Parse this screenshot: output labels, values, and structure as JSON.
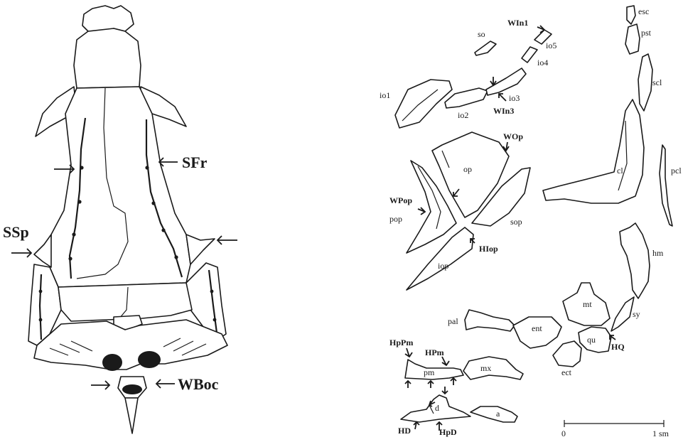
{
  "skull_labels": {
    "sfr": "SFr",
    "ssp": "SSp",
    "wboc": "WBoc"
  },
  "bone_labels": {
    "esc": "esc",
    "win1": "WIn1",
    "pst": "pst",
    "so": "so",
    "io5": "io5",
    "io4": "io4",
    "scl": "scl",
    "io1": "io1",
    "io3": "io3",
    "io2": "io2",
    "win3": "WIn3",
    "wop": "WOp",
    "op": "op",
    "cl": "cl",
    "pcl": "pcl",
    "wpop": "WPop",
    "pop": "pop",
    "sop": "sop",
    "hm": "hm",
    "hiop": "HIop",
    "iop": "iop",
    "mt": "mt",
    "sy": "sy",
    "pal": "pal",
    "ent": "ent",
    "qu": "qu",
    "hq": "HQ",
    "hppm": "HpPm",
    "hpm": "HPm",
    "pm": "pm",
    "mx": "mx",
    "ect": "ect",
    "d": "d",
    "a": "a",
    "hd": "HD",
    "hpd": "HpD"
  },
  "scale_bar": {
    "start": "0",
    "end": "1 sm"
  }
}
